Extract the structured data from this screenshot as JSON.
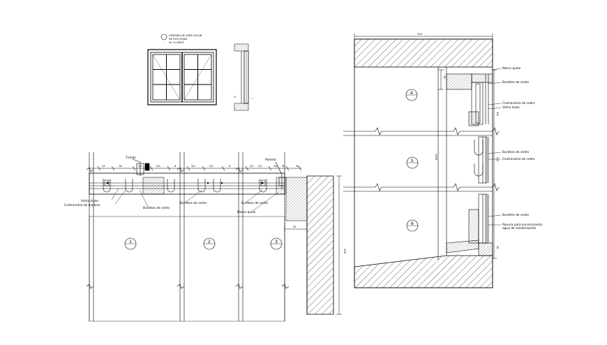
{
  "window_elevation": {
    "title_lines": [
      "VENTANA DE ASPA GGLOB",
      "DE DOS HOJAS",
      "AL 3 LADOS"
    ],
    "side_letters": [
      "E",
      "I"
    ]
  },
  "plan_section": {
    "dimensions": [
      "14",
      "16",
      "3/2",
      "3/2",
      "8",
      "3/2",
      "3/2",
      "8",
      "3/2",
      "3/2",
      "3/2",
      "50",
      "30"
    ],
    "labels": {
      "tirador": "Tirador",
      "pomela": "Pomela",
      "vidrio_triple": "Vidrio triple",
      "contravidrio": "Contravidrio de madera",
      "burlete_1": "Burletes de cedro",
      "burlete_2": "Burletes de cedro",
      "burlete_3": "Burletes de cedro",
      "marco_quieo": "Marco quieo"
    },
    "panels": [
      "1",
      "2",
      "3"
    ],
    "bottom_dim": "50",
    "right_dim": "318"
  },
  "vertical_section": {
    "top_dim": "300",
    "side_dim": "1000",
    "panels": [
      "4",
      "5",
      "6"
    ],
    "labels": {
      "marco_quieo": "Marco quieo",
      "burlete_1": "Burletes de cedro",
      "contravidrio_1": "Contravidrio de cedro",
      "vidrio_triple": "Vidrio triple",
      "burlete_2": "Burletes de cedro",
      "contravidrio_2": "Contravidrio de cedro",
      "burlete_3": "Burletes de cedro",
      "ranura_1": "Ranura para escurrimiento",
      "ranura_2": "agua de condensación"
    },
    "small_dims": [
      "30",
      "3/4",
      "3/4",
      "30"
    ]
  },
  "colors": {
    "line": "#000000",
    "background": "#ffffff"
  }
}
